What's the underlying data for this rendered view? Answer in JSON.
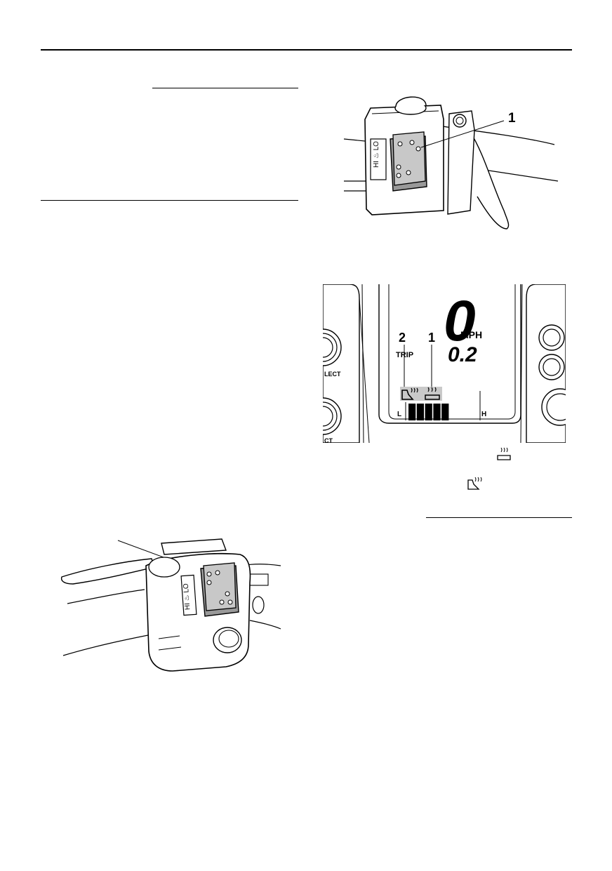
{
  "handlebar_switch_right": {
    "callouts": [
      "1"
    ],
    "switch_marks": "HI ♨ LO"
  },
  "handlebar_switch_left": {
    "switch_marks": "HI ♨ LO"
  },
  "display": {
    "callouts": [
      "2",
      "1"
    ],
    "speed_digit": "0",
    "speed_unit": "MPH",
    "trip_label": "TRIP",
    "trip_value": "0.2",
    "level_low": "L",
    "level_high": "H",
    "side_label_upper": "LECT",
    "side_label_lower": "CT",
    "level_segments_on": 5,
    "level_segments_total": 10
  },
  "icons": {
    "grip_heater": "grip-heater-icon",
    "thumb_heater": "thumb-heater-icon"
  }
}
